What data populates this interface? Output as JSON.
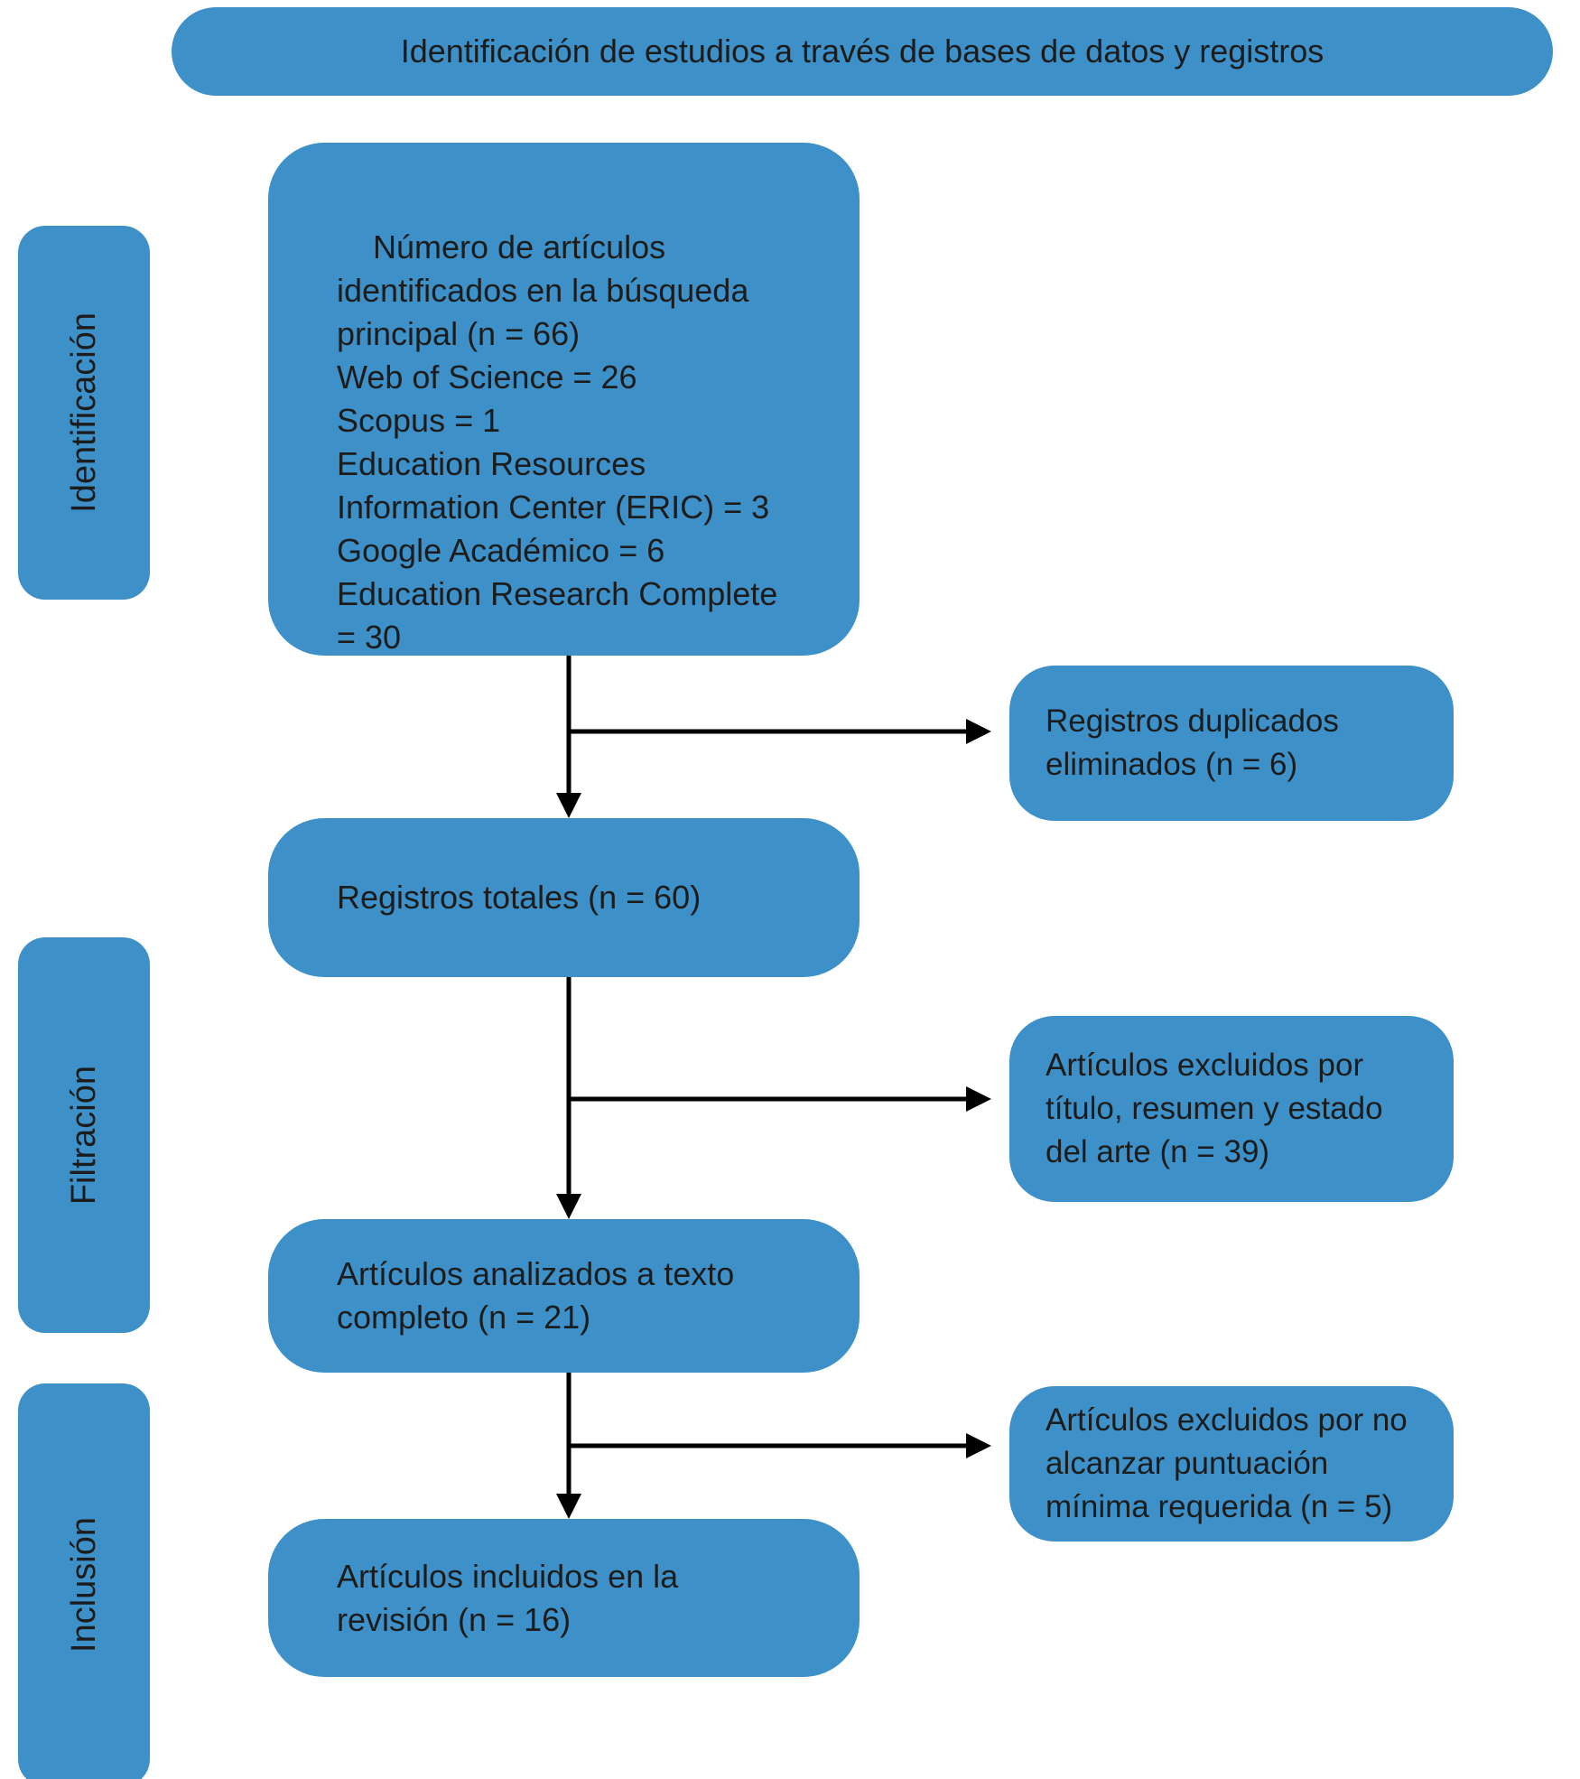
{
  "title": "Identificación de estudios a través de bases de datos y registros",
  "colors": {
    "box_fill": "#3d91c8",
    "text_color": "#1c1c1c",
    "arrow_color": "#000000",
    "background": "#ffffff"
  },
  "sidebar": {
    "stages": [
      {
        "label": "Identificación"
      },
      {
        "label": "Filtración"
      },
      {
        "label": "Inclusión"
      }
    ]
  },
  "flow": {
    "search": {
      "text": "Número de artículos\nidentificados en la búsqueda\nprincipal (n = 66)\nWeb of Science = 26\nScopus = 1\nEducation Resources\nInformation Center (ERIC) = 3\nGoogle Académico = 6\nEducation Research Complete\n= 30"
    },
    "totals": {
      "text": "Registros totales (n = 60)"
    },
    "fulltext": {
      "text": "Artículos analizados a texto\ncompleto (n = 21)"
    },
    "included": {
      "text": "Artículos incluidos en la\nrevisión (n = 16)"
    },
    "duplicates_removed": {
      "text": "Registros duplicados\neliminados (n = 6)"
    },
    "excluded_screening": {
      "text": "Artículos excluidos por\ntítulo, resumen y estado\ndel arte (n = 39)"
    },
    "excluded_score": {
      "text": "Artículos excluidos por no\nalcanzar puntuación\nmínima requerida (n = 5)"
    }
  }
}
